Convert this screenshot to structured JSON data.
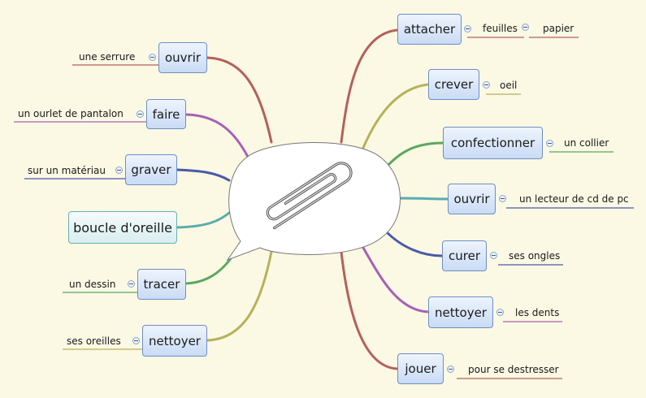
{
  "mindmap": {
    "left": [
      {
        "label": "ouvrir",
        "detail": "une serrure"
      },
      {
        "label": "faire",
        "detail": "un ourlet de pantalon"
      },
      {
        "label": "graver",
        "detail": "sur un matériau"
      },
      {
        "label": "boucle d'oreille",
        "detail": ""
      },
      {
        "label": "tracer",
        "detail": "un dessin"
      },
      {
        "label": "nettoyer",
        "detail": "ses oreilles"
      }
    ],
    "right": [
      {
        "label": "attacher",
        "detail": "feuilles",
        "detail2": "papier"
      },
      {
        "label": "crever",
        "detail": "oeil"
      },
      {
        "label": "confectionner",
        "detail": "un collier"
      },
      {
        "label": "ouvrir",
        "detail": "un lecteur de cd de pc"
      },
      {
        "label": "curer",
        "detail": "ses ongles"
      },
      {
        "label": "nettoyer",
        "detail": "les dents"
      },
      {
        "label": "jouer",
        "detail": "pour se destresser"
      }
    ]
  },
  "colors": {
    "background": "#fbf8e4",
    "node_border": "#6f8fc4",
    "red": "#b5605a",
    "purple": "#a760b6",
    "navy": "#4a5aa6",
    "teal": "#5aacab",
    "green": "#5aa85e",
    "olive": "#b7b15a"
  },
  "icons": {
    "center": "paperclip-icon",
    "collapse": "collapse-minus-icon"
  }
}
